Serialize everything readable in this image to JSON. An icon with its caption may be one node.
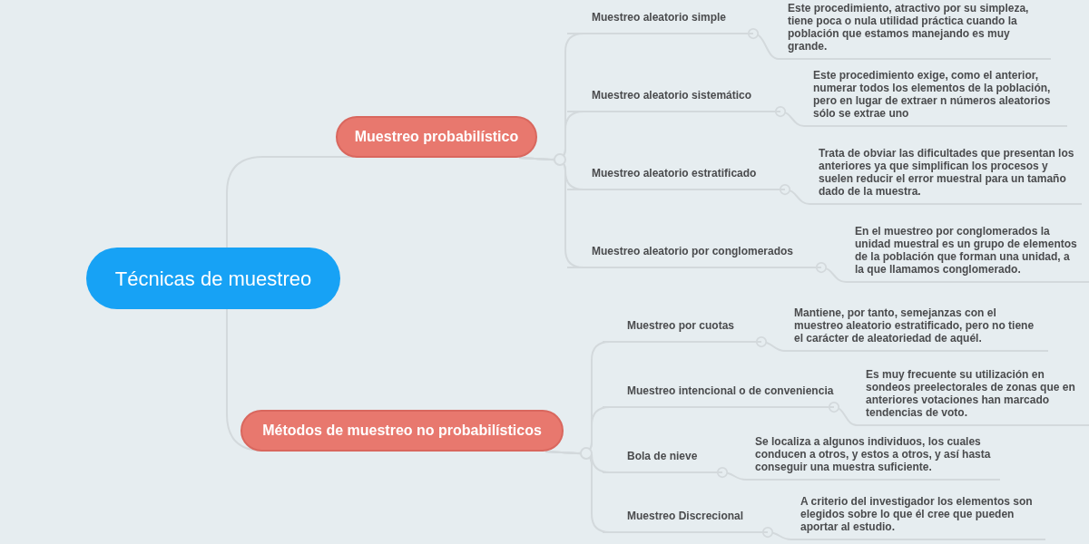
{
  "diagram": {
    "nodes": [
      {
        "text": [
          "Técnicas de muestreo"
        ]
      },
      {
        "text": [
          "Muestreo probabilístico"
        ]
      },
      {
        "text": [
          "Muestreo aleatorio simple"
        ]
      },
      {
        "text": [
          "Este procedimiento, atractivo por su simpleza, tiene poca o nula utilidad práctica cuando la población que estamos manejando es muy grande."
        ]
      },
      {
        "text": [
          "Muestreo aleatorio sistemático"
        ]
      },
      {
        "text": [
          "Este procedimiento exige, como el anterior, numerar todos los elementos de la población, pero en lugar de extraer n números aleatorios sólo se extrae uno"
        ]
      },
      {
        "text": [
          "Muestreo aleatorio estratificado"
        ]
      },
      {
        "text": [
          "Trata de obviar las dificultades que presentan los anteriores ya que simplifican los procesos y suelen reducir el error muestral para un tamaño dado de la muestra."
        ]
      },
      {
        "text": [
          "Muestreo aleatorio por conglomerados"
        ]
      },
      {
        "text": [
          "En el muestreo por conglomerados la unidad muestral es un grupo de elementos de la población que forman una unidad, a la que llamamos conglomerado."
        ]
      },
      {
        "text": [
          "Métodos de muestreo no probabilísticos"
        ]
      },
      {
        "text": [
          "Muestreo por cuotas"
        ]
      },
      {
        "text": [
          "Mantiene, por tanto, semejanzas con el muestreo aleatorio estratificado, pero no tiene el carácter de aleatoriedad de aquél."
        ]
      },
      {
        "text": [
          "Muestreo intencional o de conveniencia"
        ]
      },
      {
        "text": [
          "Es muy frecuente su utilización en sondeos preelectorales de zonas que en anteriores votaciones han marcado tendencias de voto."
        ]
      },
      {
        "text": [
          "Bola de nieve"
        ]
      },
      {
        "text": [
          "Se localiza a algunos individuos, los cuales conducen a otros, y estos a otros, y así hasta conseguir una muestra suficiente."
        ]
      },
      {
        "text": [
          "Muestreo Discrecional"
        ]
      },
      {
        "text": [
          "A criterio del investigador los elementos son elegidos sobre lo que él cree que pueden aportar al estudio."
        ]
      }
    ],
    "edges": [
      {
        "from": 0,
        "to": 1,
        "arrow": "none"
      },
      {
        "from": 0,
        "to": 10,
        "arrow": "none"
      },
      {
        "from": 1,
        "to": 2,
        "arrow": "none"
      },
      {
        "from": 1,
        "to": 4,
        "arrow": "none"
      },
      {
        "from": 1,
        "to": 6,
        "arrow": "none"
      },
      {
        "from": 1,
        "to": 8,
        "arrow": "none"
      },
      {
        "from": 2,
        "to": 3,
        "arrow": "other"
      },
      {
        "from": 4,
        "to": 5,
        "arrow": "other"
      },
      {
        "from": 6,
        "to": 7,
        "arrow": "other"
      },
      {
        "from": 8,
        "to": 9,
        "arrow": "other"
      },
      {
        "from": 10,
        "to": 11,
        "arrow": "none"
      },
      {
        "from": 10,
        "to": 13,
        "arrow": "none"
      },
      {
        "from": 10,
        "to": 15,
        "arrow": "none"
      },
      {
        "from": 10,
        "to": 17,
        "arrow": "none"
      },
      {
        "from": 11,
        "to": 12,
        "arrow": "other"
      },
      {
        "from": 13,
        "to": 14,
        "arrow": "other"
      },
      {
        "from": 15,
        "to": 16,
        "arrow": "other"
      },
      {
        "from": 17,
        "to": 18,
        "arrow": "other"
      }
    ]
  }
}
